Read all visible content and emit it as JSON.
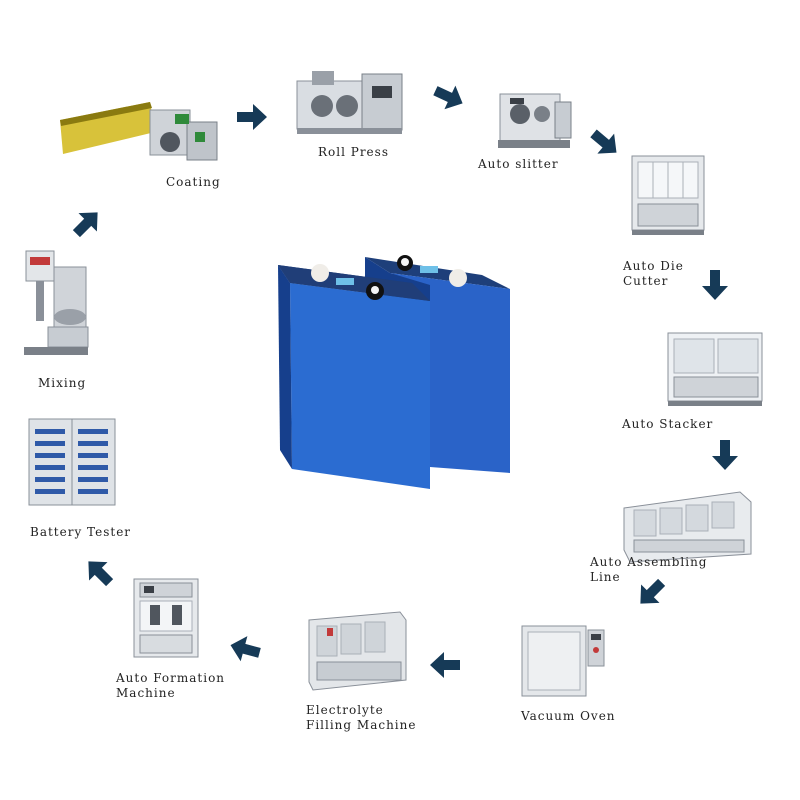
{
  "steps": [
    {
      "id": "coating",
      "label": [
        "Coating"
      ]
    },
    {
      "id": "roll-press",
      "label": [
        "Roll Press"
      ]
    },
    {
      "id": "auto-slitter",
      "label": [
        "Auto slitter"
      ]
    },
    {
      "id": "auto-die-cutter",
      "label": [
        "Auto Die",
        "Cutter"
      ]
    },
    {
      "id": "auto-stacker",
      "label": [
        "Auto Stacker"
      ]
    },
    {
      "id": "auto-assembling-line",
      "label": [
        "Auto Assembling",
        "Line"
      ]
    },
    {
      "id": "vacuum-oven",
      "label": [
        "Vacuum Oven"
      ]
    },
    {
      "id": "electrolyte-filling-machine",
      "label": [
        "Electrolyte",
        "Filling Machine"
      ]
    },
    {
      "id": "auto-formation-machine",
      "label": [
        "Auto Formation",
        "Machine"
      ]
    },
    {
      "id": "battery-tester",
      "label": [
        "Battery Tester"
      ]
    },
    {
      "id": "mixing",
      "label": [
        "Mixing"
      ]
    }
  ],
  "colors": {
    "arrow": "#163a57",
    "battery": "#2a63c8",
    "battery_dark": "#163f8c",
    "machine": "#d9dde2",
    "machine_dark": "#8a9099"
  },
  "icons": [
    "flow-arrow-icon",
    "battery-cell-icon"
  ]
}
